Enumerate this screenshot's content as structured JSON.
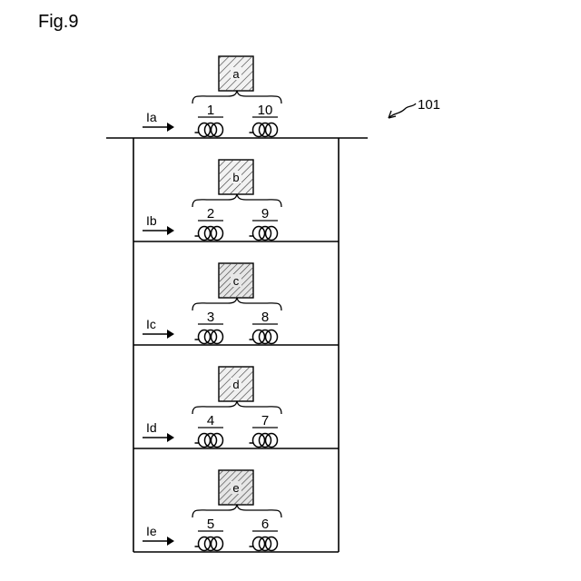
{
  "figure_label": "Fig.9",
  "reference_numeral": "101",
  "branches": [
    {
      "current_label": "Ia",
      "box_label": "a",
      "left_coil": "1",
      "right_coil": "10"
    },
    {
      "current_label": "Ib",
      "box_label": "b",
      "left_coil": "2",
      "right_coil": "9"
    },
    {
      "current_label": "Ic",
      "box_label": "c",
      "left_coil": "3",
      "right_coil": "8"
    },
    {
      "current_label": "Id",
      "box_label": "d",
      "left_coil": "4",
      "right_coil": "7"
    },
    {
      "current_label": "Ie",
      "box_label": "e",
      "left_coil": "5",
      "right_coil": "6"
    }
  ]
}
